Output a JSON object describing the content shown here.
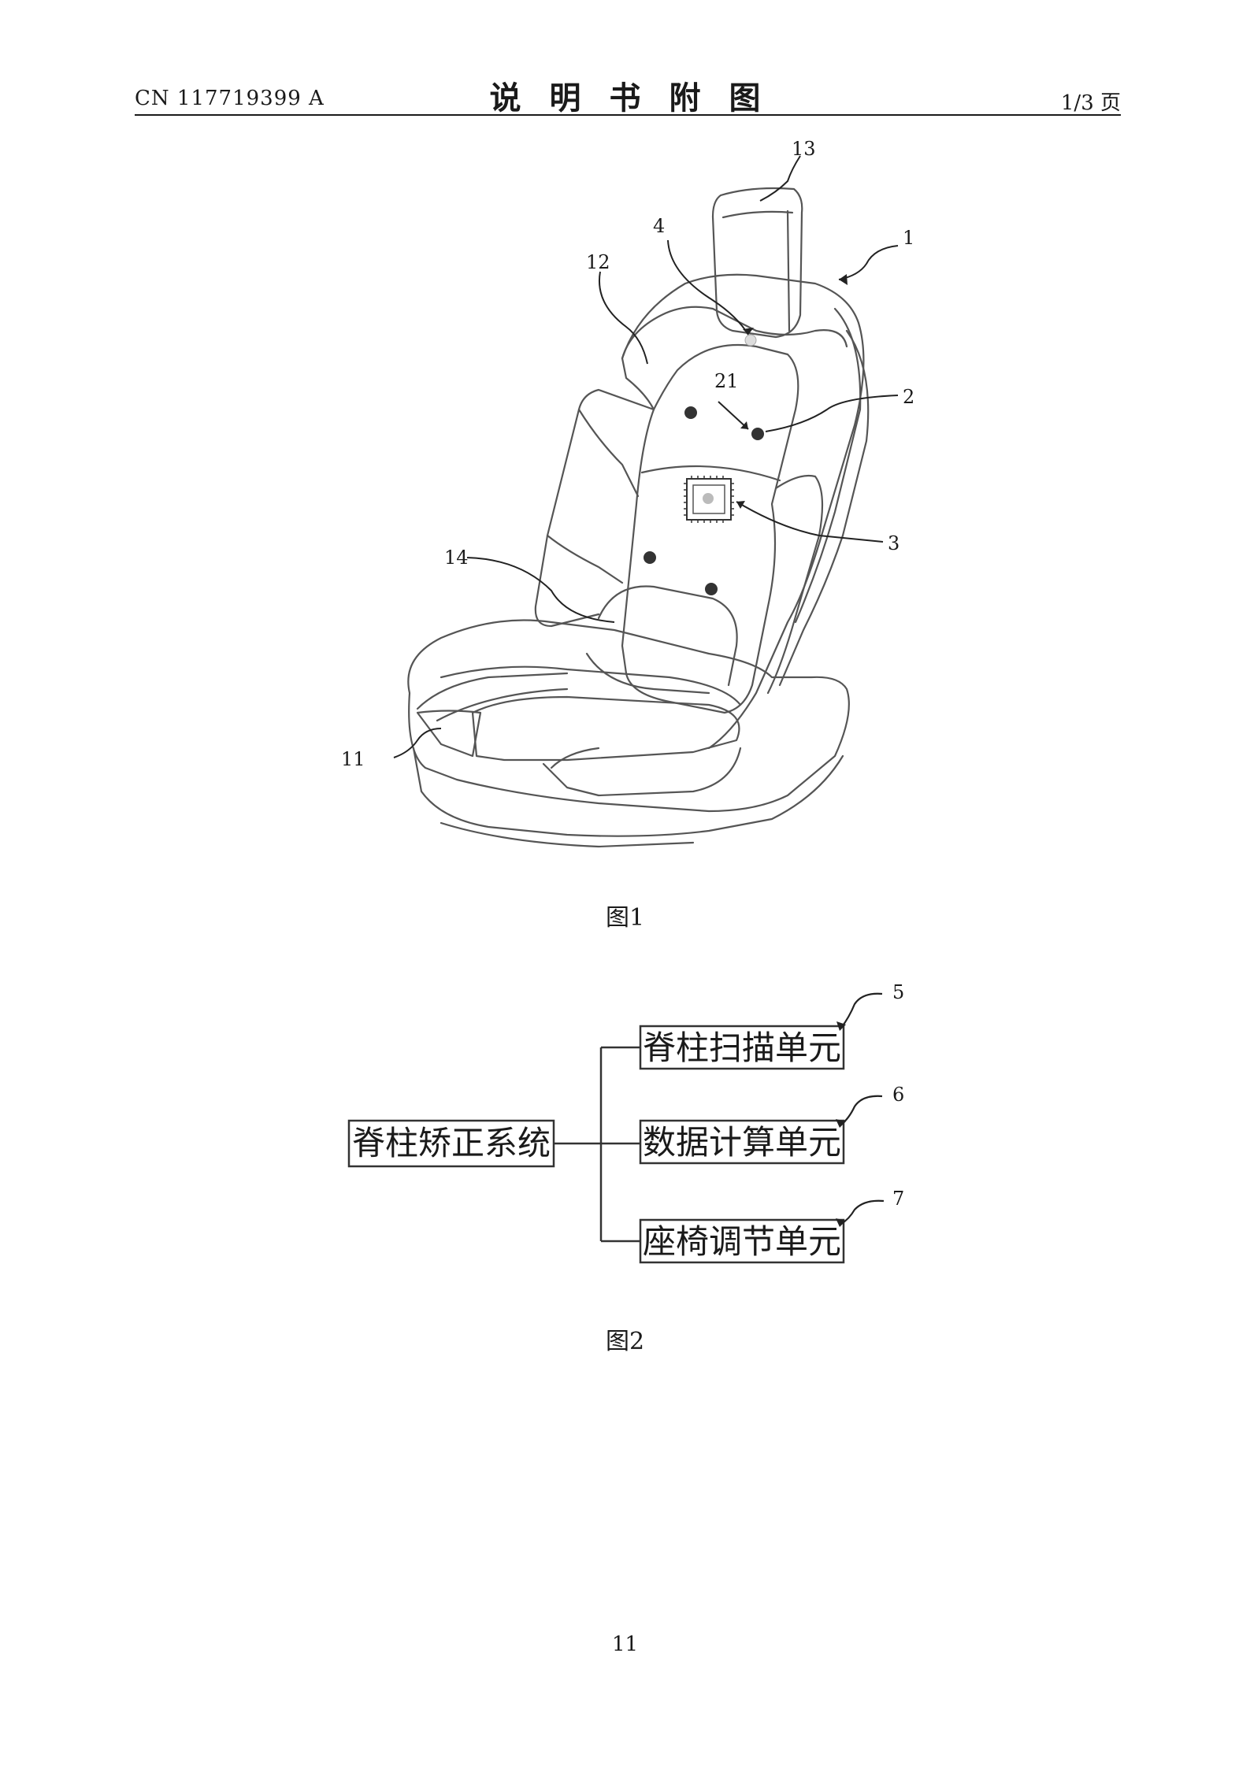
{
  "header": {
    "doc_number": "CN 117719399 A",
    "title": "说明书附图",
    "page": "1/3 页"
  },
  "figure1": {
    "caption": "图1",
    "labels": {
      "l13": "13",
      "l1": "1",
      "l4": "4",
      "l12": "12",
      "l21": "21",
      "l2": "2",
      "l3": "3",
      "l14": "14",
      "l11": "11"
    }
  },
  "figure2": {
    "caption": "图2",
    "root": "脊柱矫正系统",
    "units": [
      "脊柱扫描单元",
      "数据计算单元",
      "座椅调节单元"
    ],
    "unit_labels": [
      "5",
      "6",
      "7"
    ]
  },
  "footer": {
    "page_number": "11"
  }
}
